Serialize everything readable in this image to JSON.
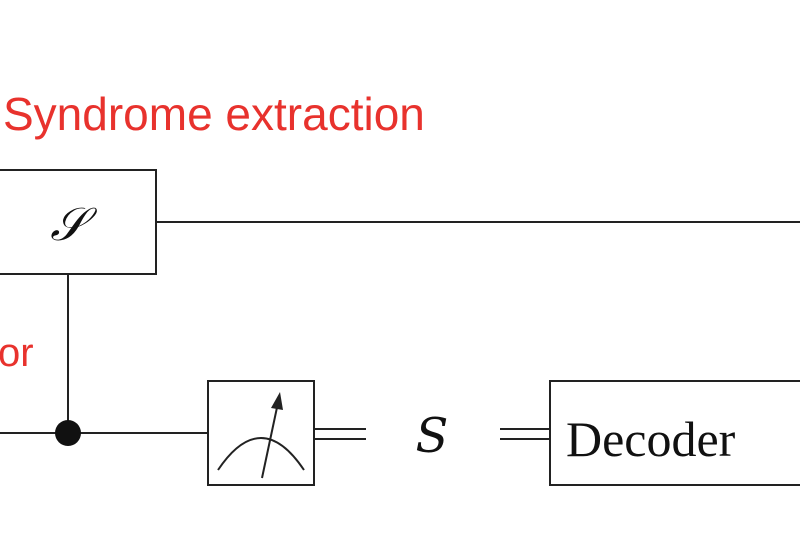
{
  "labels": {
    "section_title": "Syndrome extraction",
    "partial_left_label": "or"
  },
  "stabilizer_box": {
    "label": "𝒮"
  },
  "classical_wire": {
    "label": "S"
  },
  "decoder_box": {
    "label": "Decoder"
  },
  "colors": {
    "annotation": "#e8322d",
    "ink": "#222222"
  },
  "icons": {
    "measurement": "meter-icon",
    "control": "control-dot-icon"
  }
}
